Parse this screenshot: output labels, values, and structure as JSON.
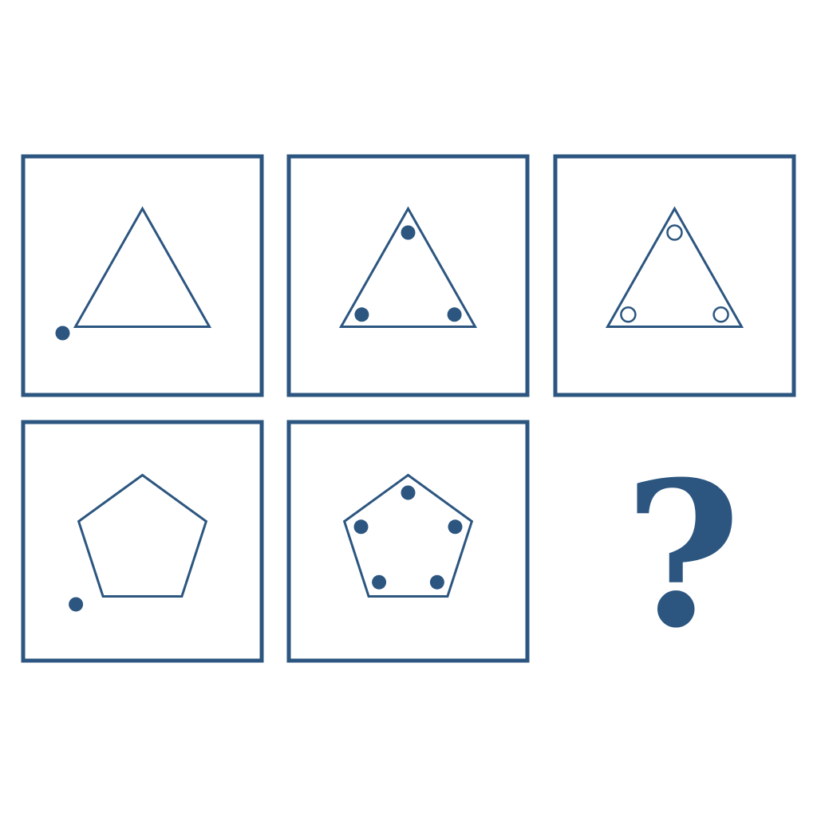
{
  "colors": {
    "primary": "#2c5680",
    "background": "#ffffff"
  },
  "puzzle": {
    "rows": [
      {
        "cells": [
          {
            "shape": "triangle",
            "dots": 1,
            "dot_style": "filled",
            "dot_placement": "outside-bottom-left"
          },
          {
            "shape": "triangle",
            "dots": 3,
            "dot_style": "filled",
            "dot_placement": "inside-corners"
          },
          {
            "shape": "triangle",
            "dots": 3,
            "dot_style": "hollow",
            "dot_placement": "inside-corners"
          }
        ]
      },
      {
        "cells": [
          {
            "shape": "pentagon",
            "dots": 1,
            "dot_style": "filled",
            "dot_placement": "outside-bottom-left"
          },
          {
            "shape": "pentagon",
            "dots": 5,
            "dot_style": "filled",
            "dot_placement": "inside-corners"
          },
          {
            "shape": "unknown",
            "label": "?"
          }
        ]
      }
    ]
  }
}
